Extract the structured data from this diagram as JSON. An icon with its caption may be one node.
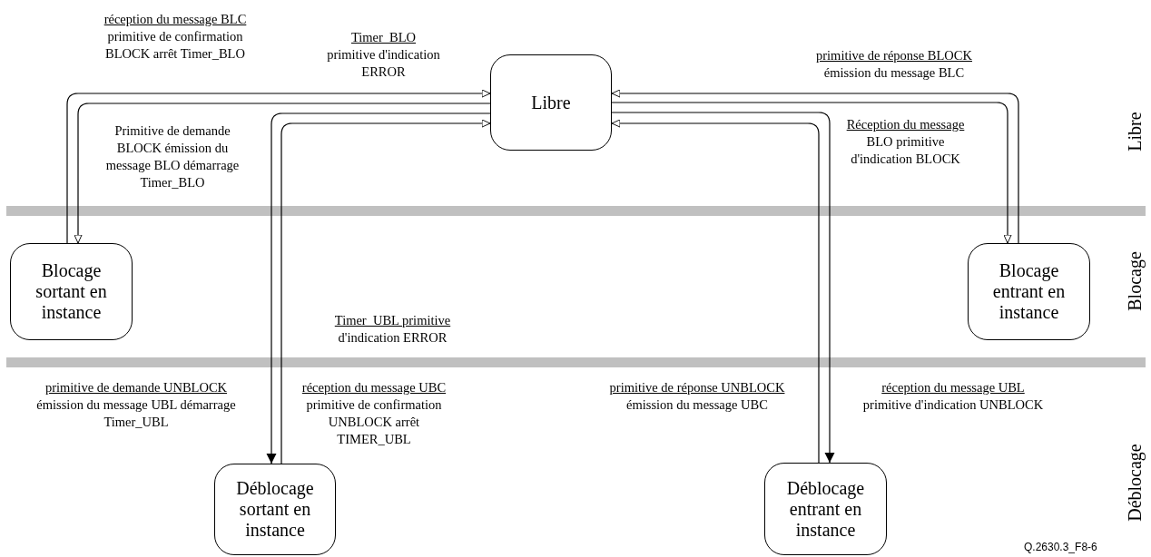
{
  "diagram": {
    "nodes": [
      {
        "text": [
          "Libre"
        ]
      },
      {
        "text": [
          "Blocage sortant en instance"
        ]
      },
      {
        "text": [
          "Blocage entrant en instance"
        ]
      },
      {
        "text": [
          "Déblocage sortant en instance"
        ]
      },
      {
        "text": [
          "Déblocage entrant en instance"
        ]
      }
    ],
    "edges": [
      {
        "from": 0,
        "to": 1,
        "arrow": "to",
        "label": "Primitive de demande BLOCK émission du message BLO démarrage Timer_BLO"
      },
      {
        "from": 1,
        "to": 0,
        "arrow": "to",
        "label": "réception du message BLC primitive de confirmation BLOCK arrêt Timer_BLO"
      },
      {
        "from": 2,
        "to": 0,
        "arrow": "to",
        "label": "primitive de réponse BLOCK émission du message BLC"
      },
      {
        "from": 0,
        "to": 2,
        "arrow": "to",
        "label": "Réception du message BLO primitive d'indication BLOCK"
      },
      {
        "from": 0,
        "to": 3,
        "arrow": "to",
        "label": "primitive de demande UNBLOCK émission du message UBL démarrage Timer_UBL"
      },
      {
        "from": 3,
        "to": 0,
        "arrow": "to",
        "label": "réception du message UBC primitive de confirmation UNBLOCK arrêt TIMER_UBL"
      },
      {
        "from": 4,
        "to": 0,
        "arrow": "to",
        "label": "primitive de réponse UNBLOCK émission du message UBC"
      },
      {
        "from": 0,
        "to": 4,
        "arrow": "to",
        "label": "réception du message UBL primitive d'indication UNBLOCK"
      }
    ],
    "labels": [
      "Timer_BLO primitive d'indication ERROR",
      "Libre",
      "Blocage",
      "Timer_UBL primitive d'indication ERROR",
      "Déblocage",
      "Q.2630.3_F8-6"
    ]
  }
}
